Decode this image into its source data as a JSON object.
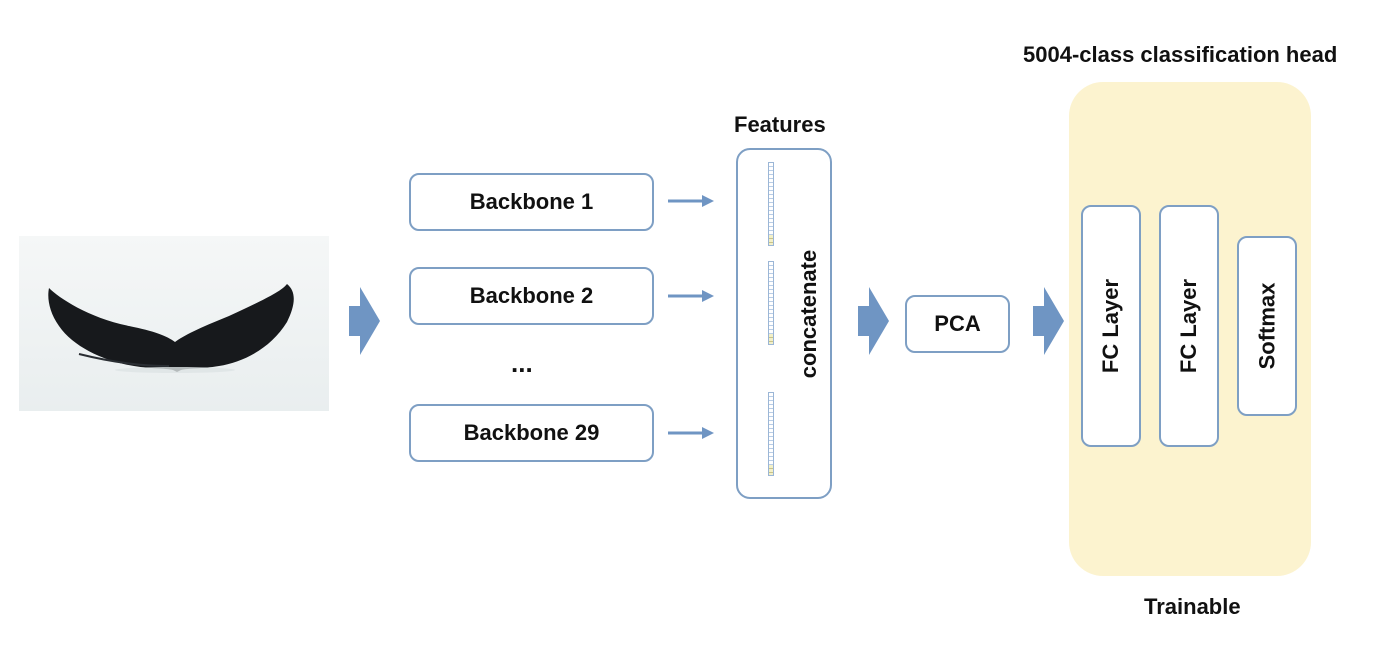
{
  "input_image": {
    "icon": "whale-tail-photo"
  },
  "backbones": [
    {
      "label": "Backbone 1"
    },
    {
      "label": "Backbone 2"
    },
    {
      "label": "Backbone 29"
    }
  ],
  "ellipsis": "...",
  "features": {
    "title": "Features",
    "concat_label": "concatenate"
  },
  "pca": {
    "label": "PCA"
  },
  "head": {
    "title": "5004-class classification head",
    "layers": [
      "FC Layer",
      "FC Layer",
      "Softmax"
    ],
    "caption": "Trainable"
  },
  "colors": {
    "box_border": "#7e9fc4",
    "big_arrow": "#6f95c3",
    "small_arrow": "#6f95c3",
    "head_background": "#fcf3cf"
  }
}
